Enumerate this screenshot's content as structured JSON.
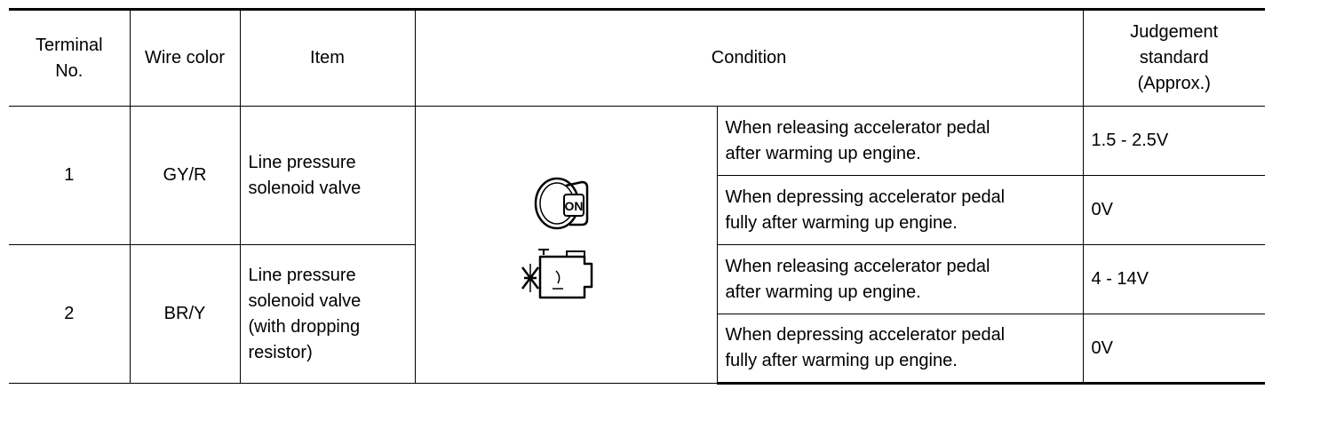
{
  "header": {
    "terminal_no_line1": "Terminal",
    "terminal_no_line2": "No.",
    "wire_color": "Wire color",
    "item": "Item",
    "condition": "Condition",
    "judgement_line1": "Judgement",
    "judgement_line2": "standard",
    "judgement_line3": "(Approx.)"
  },
  "rows": [
    {
      "terminal": "1",
      "wire_color": "GY/R",
      "item_lines": [
        "Line pressure",
        "solenoid valve"
      ],
      "conditions": [
        {
          "lines": [
            "When releasing accelerator pedal",
            "after warming up engine."
          ],
          "judgement": "1.5 - 2.5V"
        },
        {
          "lines": [
            "When depressing accelerator pedal",
            "fully after warming up engine."
          ],
          "judgement": "0V"
        }
      ]
    },
    {
      "terminal": "2",
      "wire_color": "BR/Y",
      "item_lines": [
        "Line pressure",
        "solenoid valve",
        "(with dropping",
        "resistor)"
      ],
      "conditions": [
        {
          "lines": [
            "When releasing accelerator pedal",
            "after warming up engine."
          ],
          "judgement": "4 - 14V"
        },
        {
          "lines": [
            "When depressing accelerator pedal",
            "fully after warming up engine."
          ],
          "judgement": "0V"
        }
      ]
    }
  ],
  "icons": {
    "ignition": {
      "name": "ignition-key-on-icon",
      "label": "ON"
    },
    "engine": {
      "name": "engine-running-icon"
    }
  }
}
